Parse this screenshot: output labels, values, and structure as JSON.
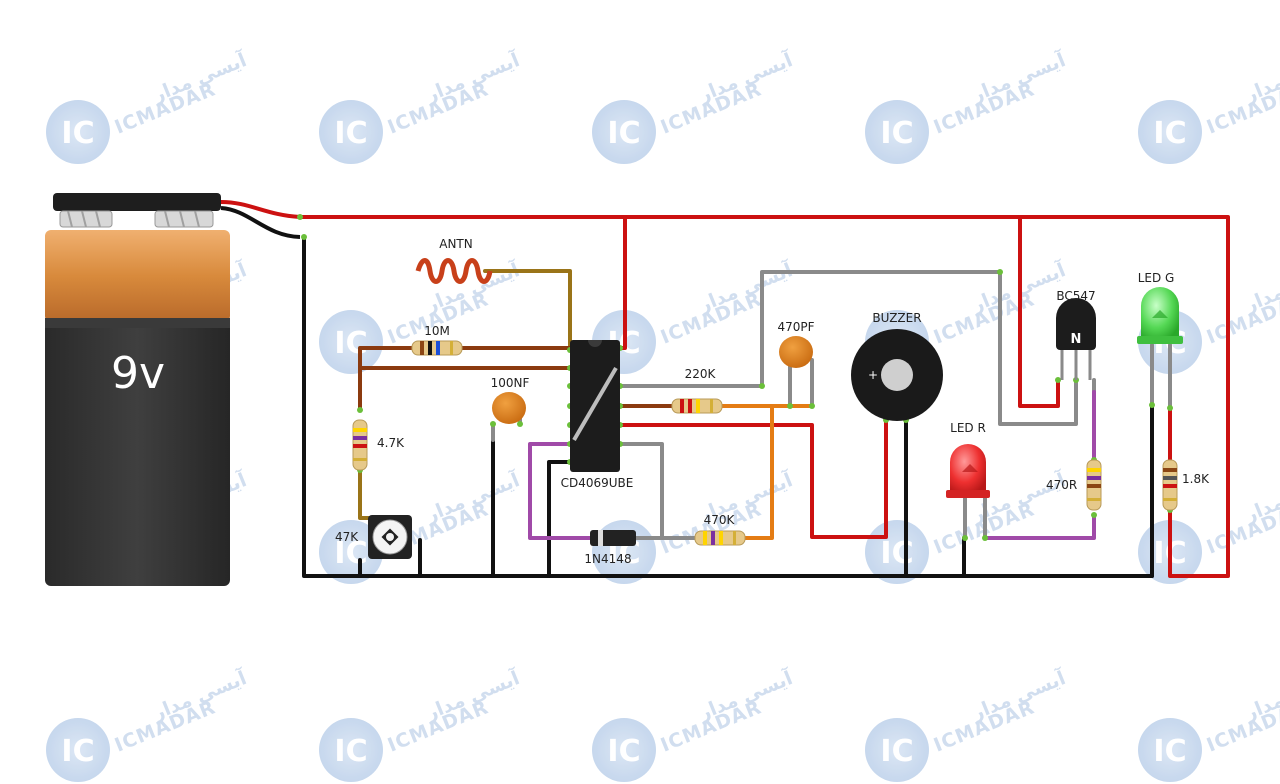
{
  "watermark": {
    "latin": "ICMADAR",
    "arabic": "آیسی مدار",
    "logo": "IC"
  },
  "battery": {
    "label": "9v"
  },
  "components": {
    "antenna": "ANTN",
    "r_10m": "10M",
    "r_4k7": "4.7K",
    "pot_47k": "47K",
    "c_100nf": "100NF",
    "ic": "CD4069UBE",
    "diode": "1N4148",
    "r_220k": "220K",
    "c_470pf": "470PF",
    "r_470k": "470K",
    "buzzer": "BUZZER",
    "buzzer_plus": "+",
    "led_r": "LED R",
    "transistor": "BC547",
    "transistor_mark": "N",
    "r_470r": "470R",
    "led_g": "LED G",
    "r_1k8": "1.8K"
  },
  "colors": {
    "wire_red": "#cc1111",
    "wire_black": "#111111",
    "wire_brown": "#8b3a0f",
    "wire_olive": "#9a7418",
    "wire_gray": "#8a8a8a",
    "wire_purple": "#a04aa8",
    "wire_orange": "#e47c14",
    "battery_orange": "#d88a3c",
    "battery_dark": "#333333"
  }
}
